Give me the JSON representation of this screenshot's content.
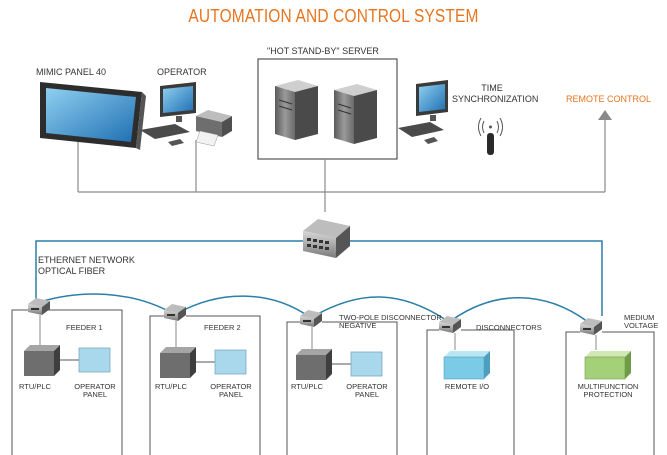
{
  "title": "AUTOMATION AND CONTROL SYSTEM",
  "labels": {
    "mimic_panel": "MIMIC PANEL 40",
    "operator": "OPERATOR",
    "server": "\"HOT STAND-BY\" SERVER",
    "time_sync_1": "TIME",
    "time_sync_2": "SYNCHRONIZATION",
    "remote_control": "REMOTE CONTROL",
    "ethernet_1": "ETHERNET NETWORK",
    "ethernet_2": "OPTICAL FIBER"
  },
  "bays": [
    {
      "name": "FEEDER 1",
      "left": "RTU/PLC",
      "right_1": "OPERATOR",
      "right_2": "PANEL"
    },
    {
      "name": "FEEDER 2",
      "left": "RTU/PLC",
      "right_1": "OPERATOR",
      "right_2": "PANEL"
    },
    {
      "name_1": "TWO-POLE DISCONNECTOR",
      "name_2": "NEGATIVE",
      "left": "RTU/PLC",
      "right_1": "OPERATOR",
      "right_2": "PANEL"
    },
    {
      "name": "DISCONNECTORS",
      "device": "REMOTE I/O"
    },
    {
      "name_1": "MEDIUM",
      "name_2": "VOLTAGE",
      "device_1": "MULTIFUNCTION",
      "device_2": "PROTECTION"
    }
  ],
  "colors": {
    "title": "#e8741e",
    "remote_control": "#e8741e",
    "network": "#2a7fa8",
    "lines": "#8a8a8a",
    "operator_panel": "#a9d8ec",
    "remote_io": "#7ccbe6",
    "protection": "#a4d07a",
    "rtu": "#777777"
  }
}
